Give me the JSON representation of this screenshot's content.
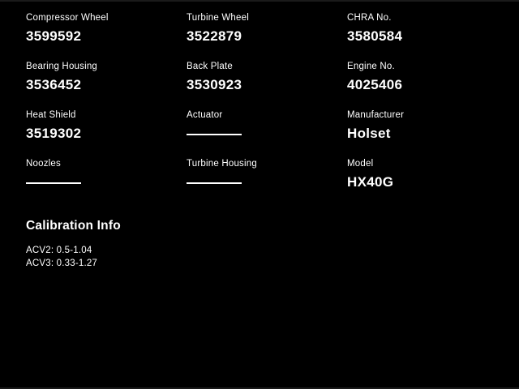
{
  "colors": {
    "background": "#000000",
    "text": "#ffffff"
  },
  "fields": [
    {
      "label": "Compressor Wheel",
      "value": "3599592",
      "empty": false
    },
    {
      "label": "Turbine Wheel",
      "value": "3522879",
      "empty": false
    },
    {
      "label": "CHRA No.",
      "value": "3580584",
      "empty": false
    },
    {
      "label": "Bearing Housing",
      "value": "3536452",
      "empty": false
    },
    {
      "label": "Back Plate",
      "value": "3530923",
      "empty": false
    },
    {
      "label": "Engine No.",
      "value": "4025406",
      "empty": false
    },
    {
      "label": "Heat Shield",
      "value": "3519302",
      "empty": false
    },
    {
      "label": "Actuator",
      "value": "",
      "empty": true
    },
    {
      "label": "Manufacturer",
      "value": "Holset",
      "empty": false
    },
    {
      "label": "Noozles",
      "value": "",
      "empty": true
    },
    {
      "label": "Turbine Housing",
      "value": "",
      "empty": true
    },
    {
      "label": "Model",
      "value": "HX40G",
      "empty": false
    }
  ],
  "calibration": {
    "title": "Calibration Info",
    "lines": [
      "ACV2: 0.5-1.04",
      "ACV3: 0.33-1.27"
    ]
  }
}
